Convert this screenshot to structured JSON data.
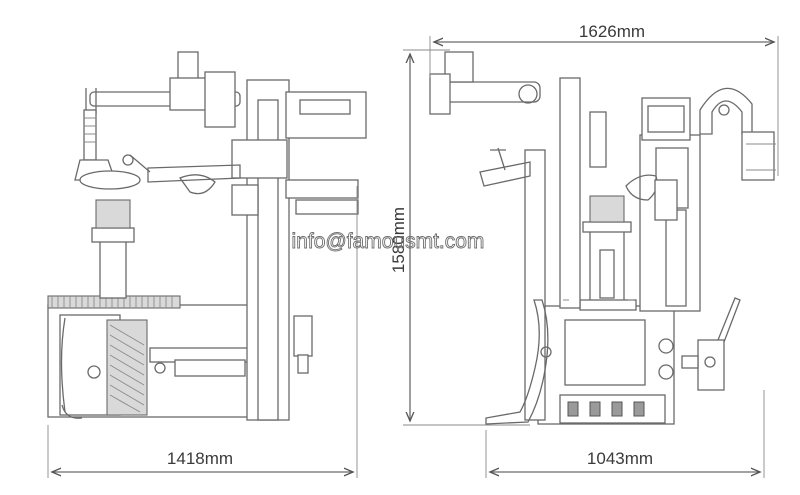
{
  "dimensions": {
    "side_width": "1418mm",
    "front_width": "1043mm",
    "total_width": "1626mm",
    "height": "1580mm"
  },
  "watermark": "info@famousmt.com"
}
